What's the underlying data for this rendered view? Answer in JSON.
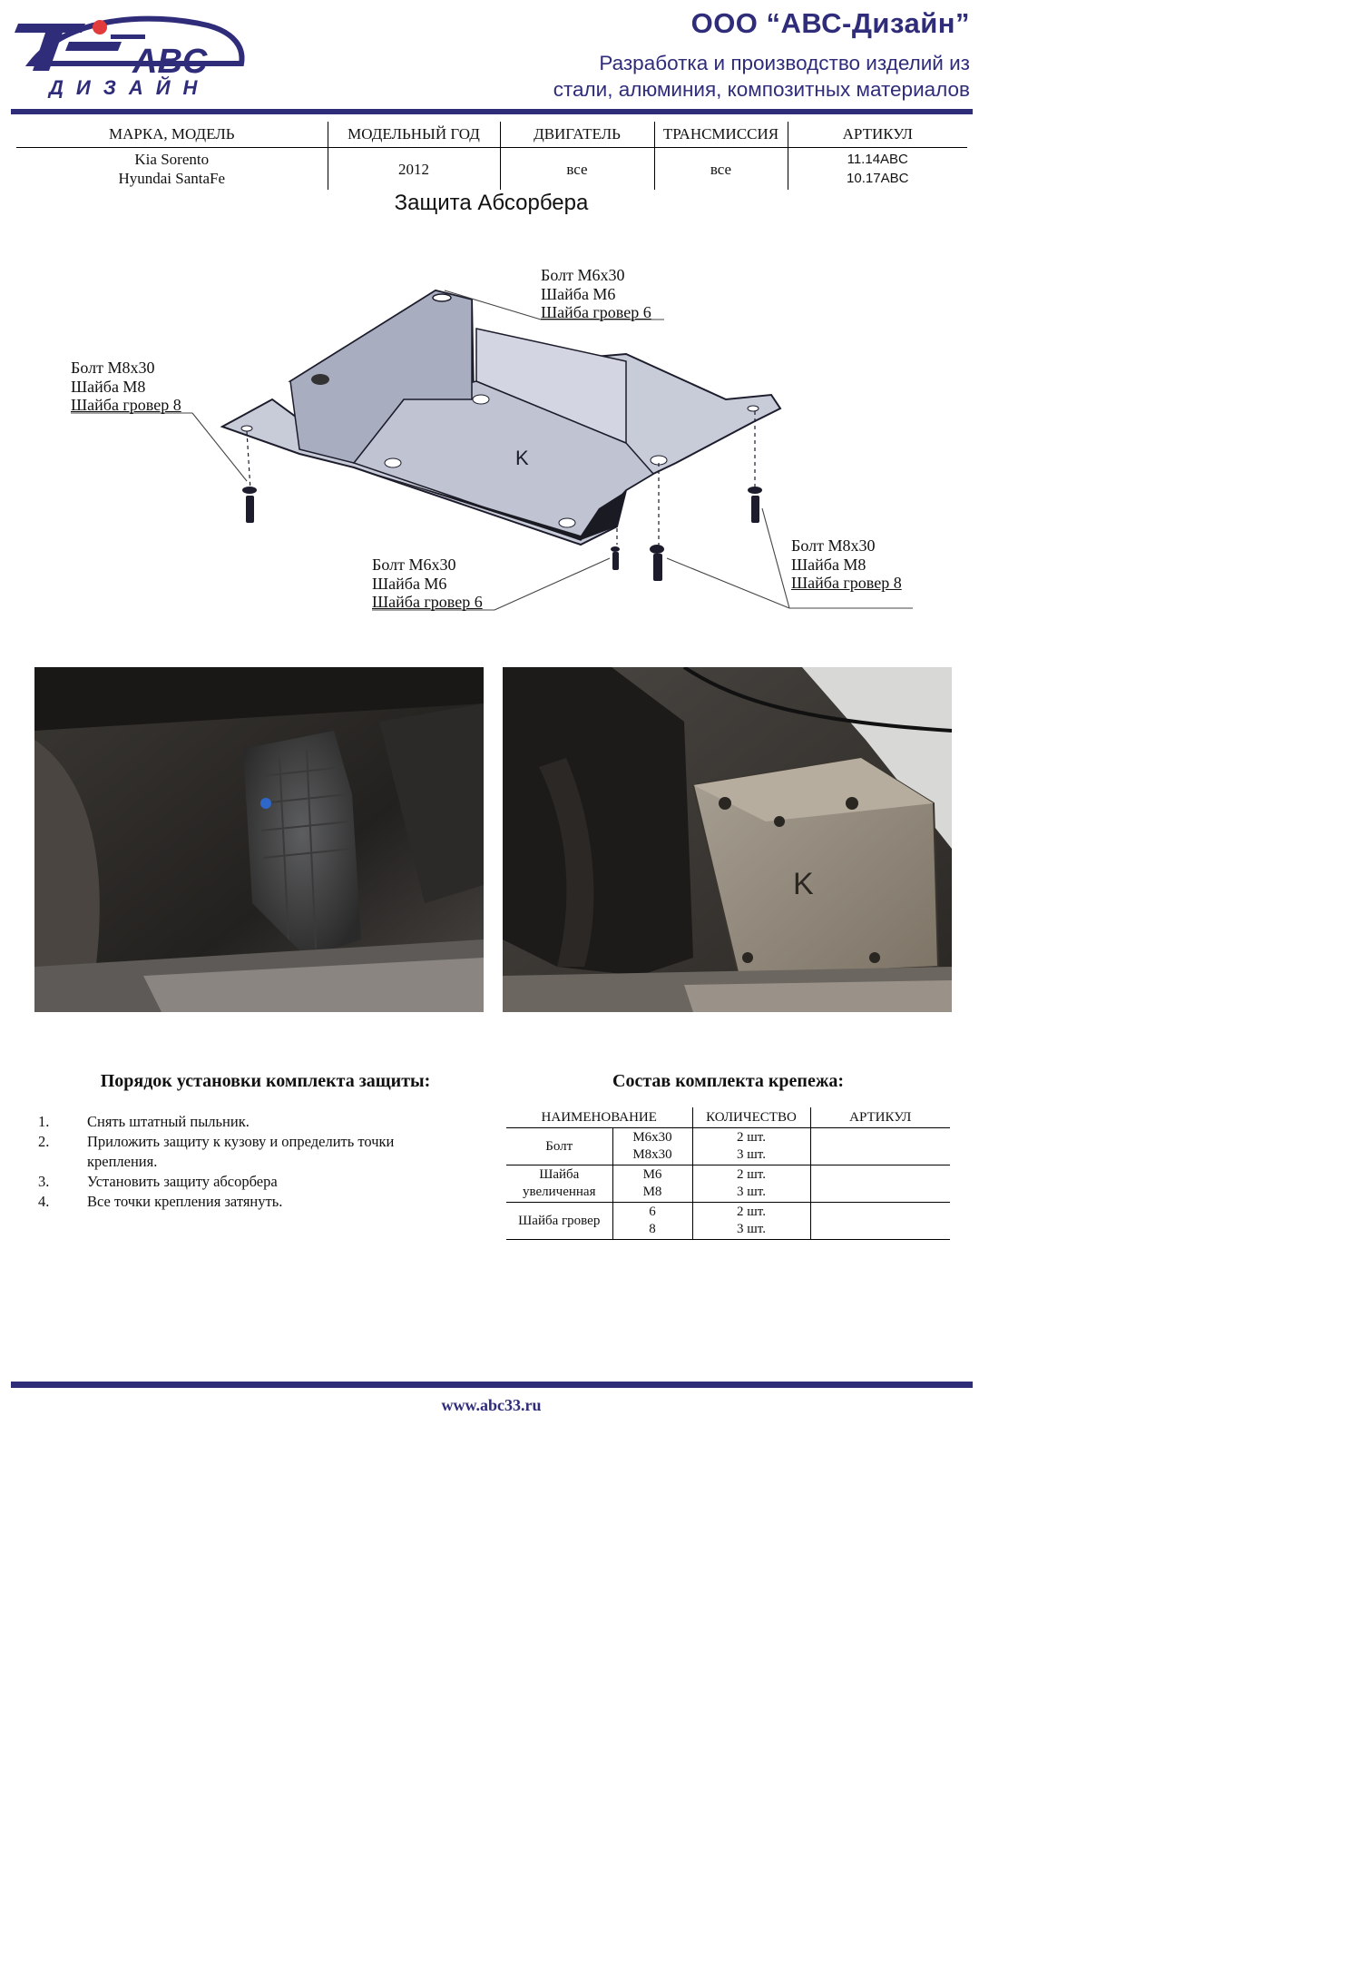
{
  "header": {
    "logo": {
      "brand": "ABC",
      "subtitle": "ДИЗАЙН"
    },
    "company": "ООО “АВС-Дизайн”",
    "tagline_line1": "Разработка и производство изделий из",
    "tagline_line2": "стали, алюминия, композитных материалов",
    "colors": {
      "brand": "#2f2c7a"
    }
  },
  "spec_table": {
    "headers": [
      "МАРКА, МОДЕЛЬ",
      "МОДЕЛЬНЫЙ ГОД",
      "ДВИГАТЕЛЬ",
      "ТРАНСМИССИЯ",
      "АРТИКУЛ"
    ],
    "models": [
      "Kia Sorento",
      "Hyundai SantaFe"
    ],
    "year": "2012",
    "engine": "все",
    "transmission": "все",
    "articles": [
      "11.14ABC",
      "10.17ABC"
    ]
  },
  "title": "Защита Абсорбера",
  "callouts": {
    "top": [
      "Болт М6х30",
      "Шайба М6",
      "Шайба гровер 6"
    ],
    "left": [
      "Болт М8х30",
      "Шайба М8",
      "Шайба гровер 8"
    ],
    "bottom": [
      "Болт М6х30",
      "Шайба М6",
      "Шайба гровер 6"
    ],
    "right": [
      "Болт М8х30",
      "Шайба М8",
      "Шайба гровер 8"
    ]
  },
  "drawing": {
    "mark": "K"
  },
  "installation": {
    "heading": "Порядок установки комплекта защиты:",
    "steps": [
      {
        "num": "1.",
        "text": "Снять штатный пыльник."
      },
      {
        "num": "2.",
        "text": "Приложить защиту к кузову и определить точки крепления."
      },
      {
        "num": "3.",
        "text": "Установить защиту абсорбера"
      },
      {
        "num": "4.",
        "text": "Все точки крепления затянуть."
      }
    ]
  },
  "kit": {
    "heading": "Состав комплекта крепежа:",
    "headers": [
      "НАИМЕНОВАНИЕ",
      "КОЛИЧЕСТВО",
      "АРТИКУЛ"
    ],
    "rows": [
      {
        "name": "Болт",
        "sizes": [
          "М6х30",
          "М8х30"
        ],
        "qty": [
          "2 шт.",
          "3 шт."
        ]
      },
      {
        "name": "Шайба увеличенная",
        "sizes": [
          "М6",
          "М8"
        ],
        "qty": [
          "2 шт.",
          "3 шт."
        ]
      },
      {
        "name": "Шайба гровер",
        "sizes": [
          "6",
          "8"
        ],
        "qty": [
          "2 шт.",
          "3 шт."
        ]
      }
    ]
  },
  "footer": {
    "url": "www.abc33.ru"
  }
}
